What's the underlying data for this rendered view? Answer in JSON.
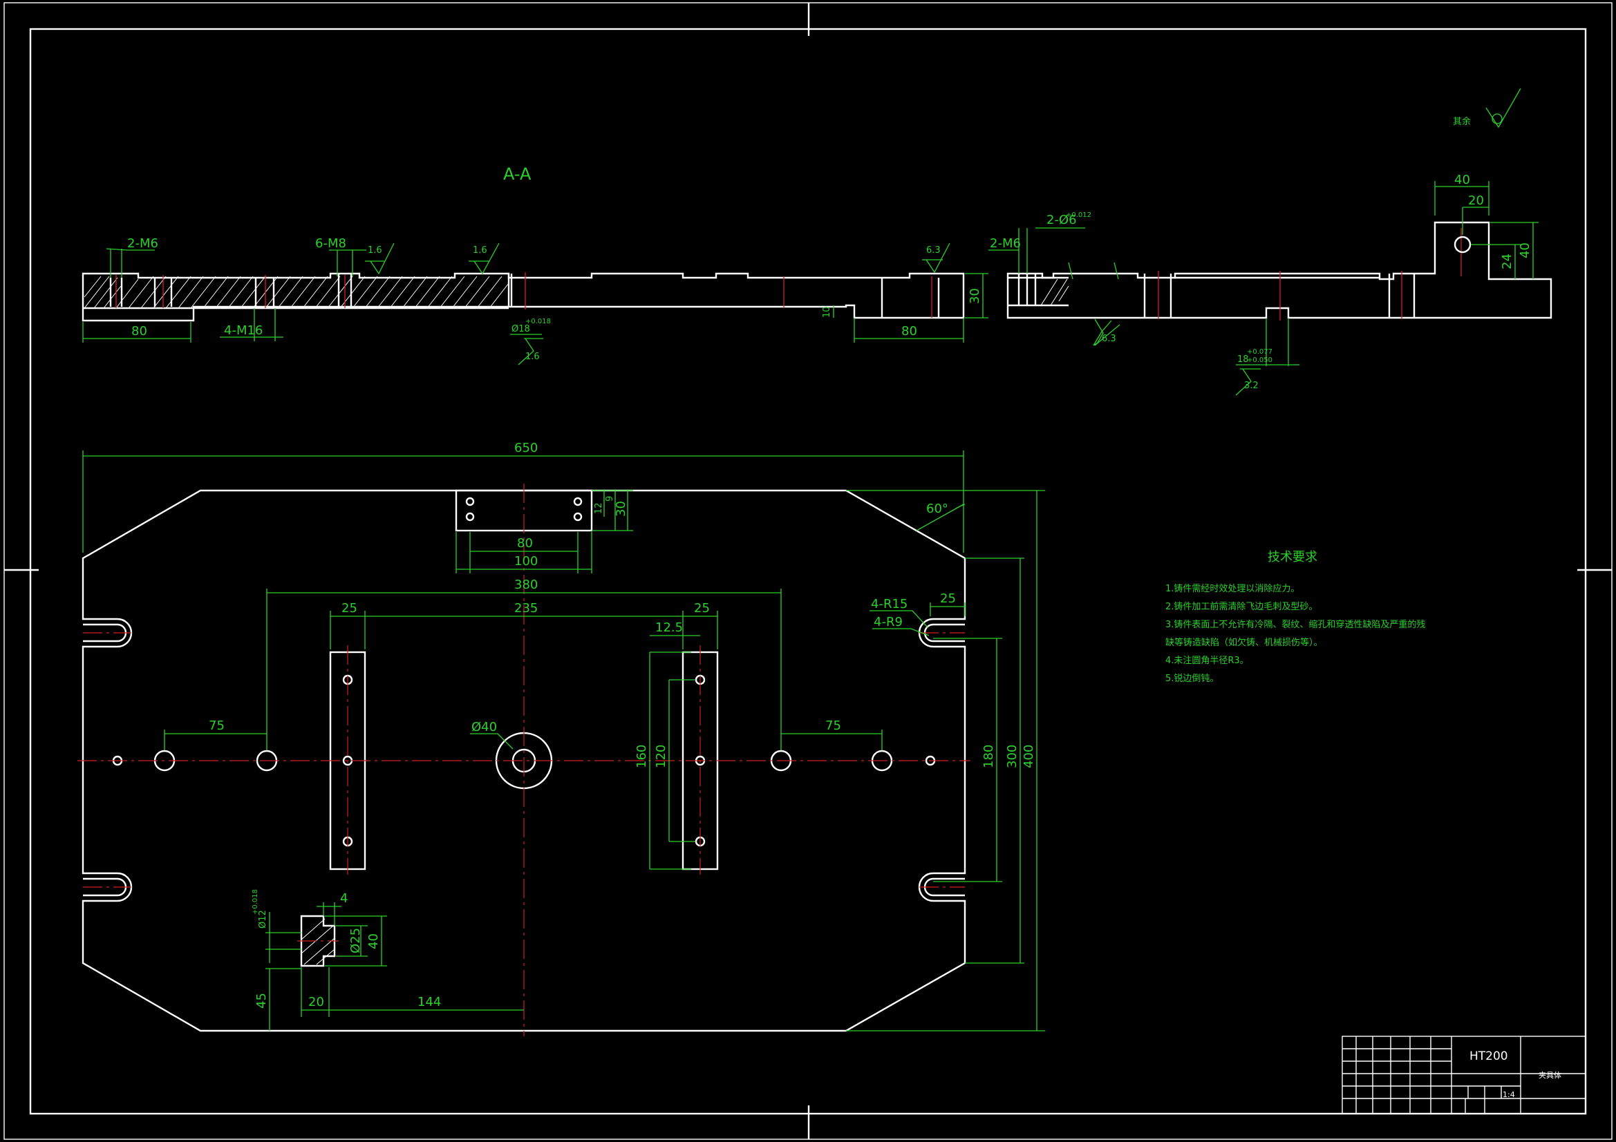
{
  "section_label": "A-A",
  "roughness_note": {
    "text": "其余"
  },
  "section_view": {
    "thread_left": "2-M6",
    "thread_mid": "6-M8",
    "thread_bottom": "4-M16",
    "rough_a": "1.6",
    "rough_b": "1.6",
    "rough_c": "6.3",
    "rough_d": "1.6",
    "bore": "Ø18",
    "bore_tol": "+0.018",
    "dim_80_left": "80",
    "dim_80_right": "80",
    "dim_10": "10",
    "dim_30": "30"
  },
  "side_view": {
    "thread": "2-M6",
    "pin": "2-Ø6",
    "pin_tol": "+0.012",
    "dim_40_top": "40",
    "dim_20": "20",
    "dim_24": "24",
    "dim_40_right": "40",
    "slot": "18",
    "slot_tol_up": "+0.077",
    "slot_tol_low": "+0.050",
    "rough_a": "6.3",
    "rough_b": "3.2"
  },
  "plan_view": {
    "dim_650": "650",
    "dim_380": "380",
    "dim_235": "235",
    "dim_25_left": "25",
    "dim_25_right": "25",
    "dim_25_edge": "25",
    "dim_12_5": "12.5",
    "dim_75_left": "75",
    "dim_75_right": "75",
    "dim_80": "80",
    "dim_100": "100",
    "dim_12": "12",
    "dim_9": "9",
    "dim_30": "30",
    "dim_60deg": "60°",
    "radius_15": "4-R15",
    "radius_9": "4-R9",
    "hole_40": "Ø40",
    "dim_160": "160",
    "dim_120": "120",
    "dim_180": "180",
    "dim_300": "300",
    "dim_400": "400",
    "dim_4": "4",
    "dim_25_dia": "Ø25",
    "dim_40_small": "40",
    "dim_12_dia": "Ø12",
    "dim_12_tol": "+0.018",
    "dim_45": "45",
    "dim_20": "20",
    "dim_144": "144"
  },
  "tech_requirements": {
    "title": "技术要求",
    "items": [
      "1.铸件需经时效处理以消除应力。",
      "2.铸件加工前需清除飞边毛刺及型砂。",
      "3.铸件表面上不允许有冷隔、裂纹、缩孔和穿透性缺陷及严重的残",
      "缺等铸造缺陷（如欠铸、机械损伤等）。",
      "4.未注圆角半径R3。",
      "5.锐边倒钝。"
    ]
  },
  "title_block": {
    "material": "HT200",
    "part_name": "夹具体",
    "sheet": "1:4"
  }
}
